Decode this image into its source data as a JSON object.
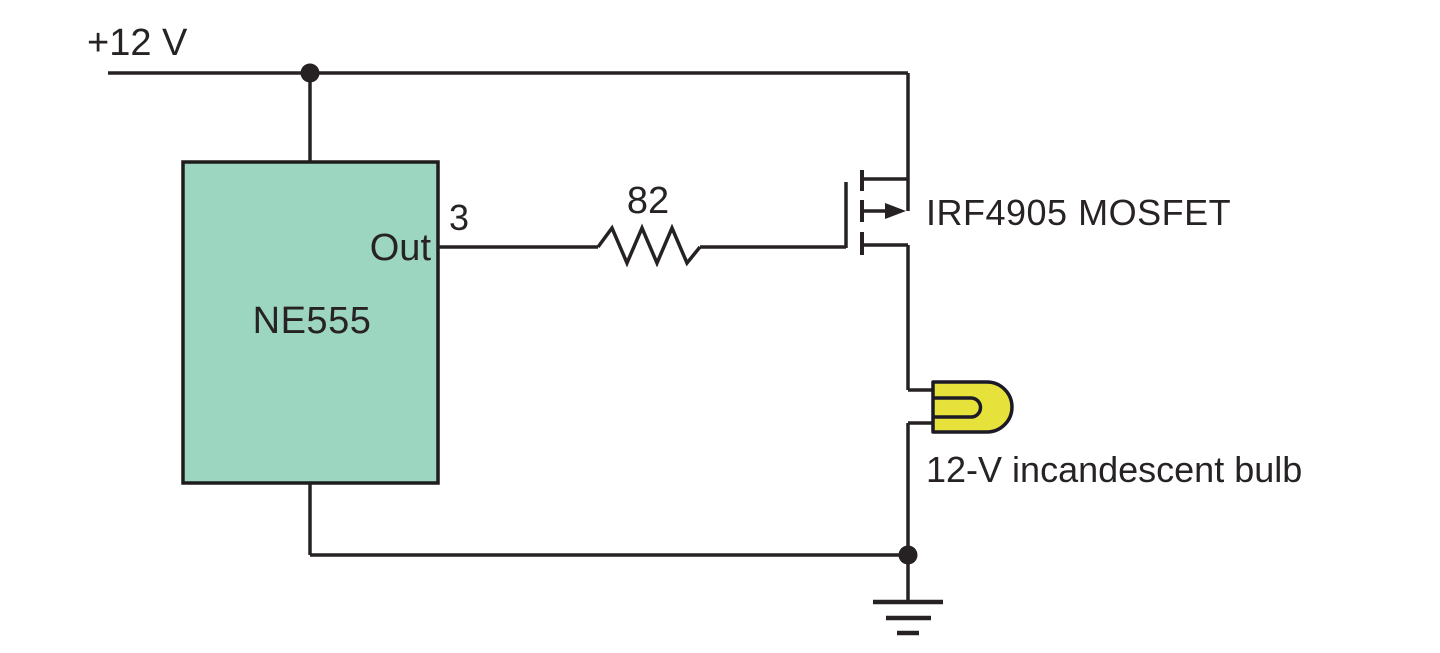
{
  "labels": {
    "supply": "+12 V",
    "ic_name": "NE555",
    "ic_pin_name": "Out",
    "ic_pin_number": "3",
    "resistor_value": "82",
    "mosfet": "IRF4905 MOSFET",
    "bulb": "12-V incandescent bulb"
  },
  "colors": {
    "background": "#ffffff",
    "wire": "#262223",
    "text": "#272325",
    "ic_fill": "#9cd5c0",
    "ic_stroke": "#1e1c1d",
    "bulb_fill": "#e7e13c",
    "bulb_stroke": "#1b1a26"
  }
}
